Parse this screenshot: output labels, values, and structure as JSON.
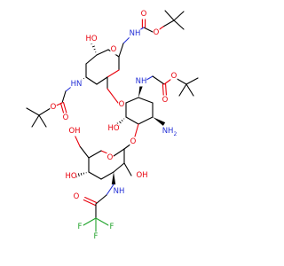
{
  "colors": {
    "carbon": "#000000",
    "oxygen": "#e8000b",
    "nitrogen": "#2430d6",
    "fluorine": "#1fa32a",
    "background": "#ffffff"
  },
  "atom_labels": {
    "oxygen": "O",
    "hydroxyl": "OH",
    "hydroxyl_left": "HO",
    "amide_nh": "NH",
    "amide_hn": "HN",
    "amine": "NH",
    "amine_sub": "2",
    "fluorine": "F"
  }
}
